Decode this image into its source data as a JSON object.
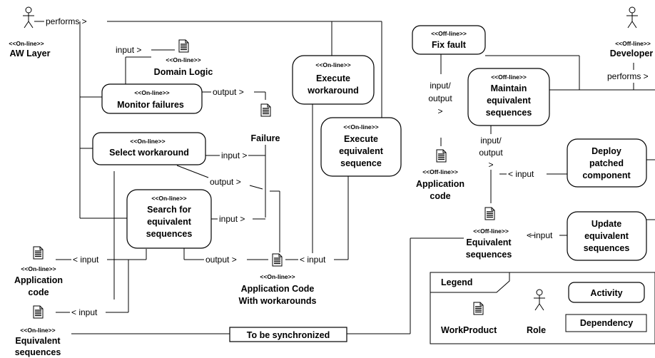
{
  "actors": {
    "aw_layer": {
      "stereotype": "<<On-line>>",
      "name": "AW Layer"
    },
    "developer": {
      "stereotype": "<<Off-line>>",
      "name": "Developer"
    }
  },
  "activities": {
    "monitor_failures": {
      "stereotype": "<<On-line>>",
      "lines": [
        "Monitor failures"
      ]
    },
    "select_workaround": {
      "stereotype": "<<On-line>>",
      "lines": [
        "Select workaround"
      ]
    },
    "search_equivalent": {
      "stereotype": "<<On-line>>",
      "lines": [
        "Search for",
        "equivalent",
        "sequences"
      ]
    },
    "execute_workaround": {
      "stereotype": "<<On-line>>",
      "lines": [
        "Execute",
        "workaround"
      ]
    },
    "execute_equivalent": {
      "stereotype": "<<On-line>>",
      "lines": [
        "Execute",
        "equivalent",
        "sequence"
      ]
    },
    "fix_fault": {
      "stereotype": "<<Off-line>>",
      "lines": [
        "Fix fault"
      ]
    },
    "maintain_equivalent": {
      "stereotype": "<<Off-line>>",
      "lines": [
        "Maintain",
        "equivalent",
        "sequences"
      ]
    },
    "deploy_patched": {
      "lines": [
        "Deploy",
        "patched",
        "component"
      ]
    },
    "update_equivalent": {
      "lines": [
        "Update",
        "equivalent",
        "sequences"
      ]
    }
  },
  "workproducts": {
    "domain_logic": {
      "stereotype": "<<On-line>>",
      "lines": [
        "Domain Logic"
      ]
    },
    "failure": {
      "lines": [
        "Failure"
      ]
    },
    "app_code_left": {
      "stereotype": "<<On-line>>",
      "lines": [
        "Application",
        "code"
      ]
    },
    "equiv_left": {
      "stereotype": "<<On-line>>",
      "lines": [
        "Equivalent",
        "sequences"
      ]
    },
    "app_code_workarounds": {
      "stereotype": "<<On-line>>",
      "lines": [
        "Application Code",
        "With workarounds"
      ]
    },
    "app_code_offline": {
      "stereotype": "<<Off-line>>",
      "lines": [
        "Application",
        "code"
      ]
    },
    "equiv_offline": {
      "stereotype": "<<Off-line>>",
      "lines": [
        "Equivalent",
        "sequences"
      ]
    }
  },
  "dependency_labels": {
    "performs_aw": "performs >",
    "performs_dev": "performs >",
    "input_domain": "input >",
    "output_monitor": "output >",
    "input_select": "input >",
    "output_select": "output >",
    "input_search": "input >",
    "output_search": "output >",
    "input_app_left": "< input",
    "input_equiv_left": "< input",
    "input_exec": "< input",
    "io_fix": [
      "input/",
      "output",
      ">"
    ],
    "io_maintain": [
      "input/",
      "output",
      ">"
    ],
    "input_deploy": "< input",
    "input_update": "< input"
  },
  "sync_label": "To be synchronized",
  "legend": {
    "title": "Legend",
    "workproduct": "WorkProduct",
    "role": "Role",
    "activity": "Activity",
    "dependency": "Dependency"
  }
}
